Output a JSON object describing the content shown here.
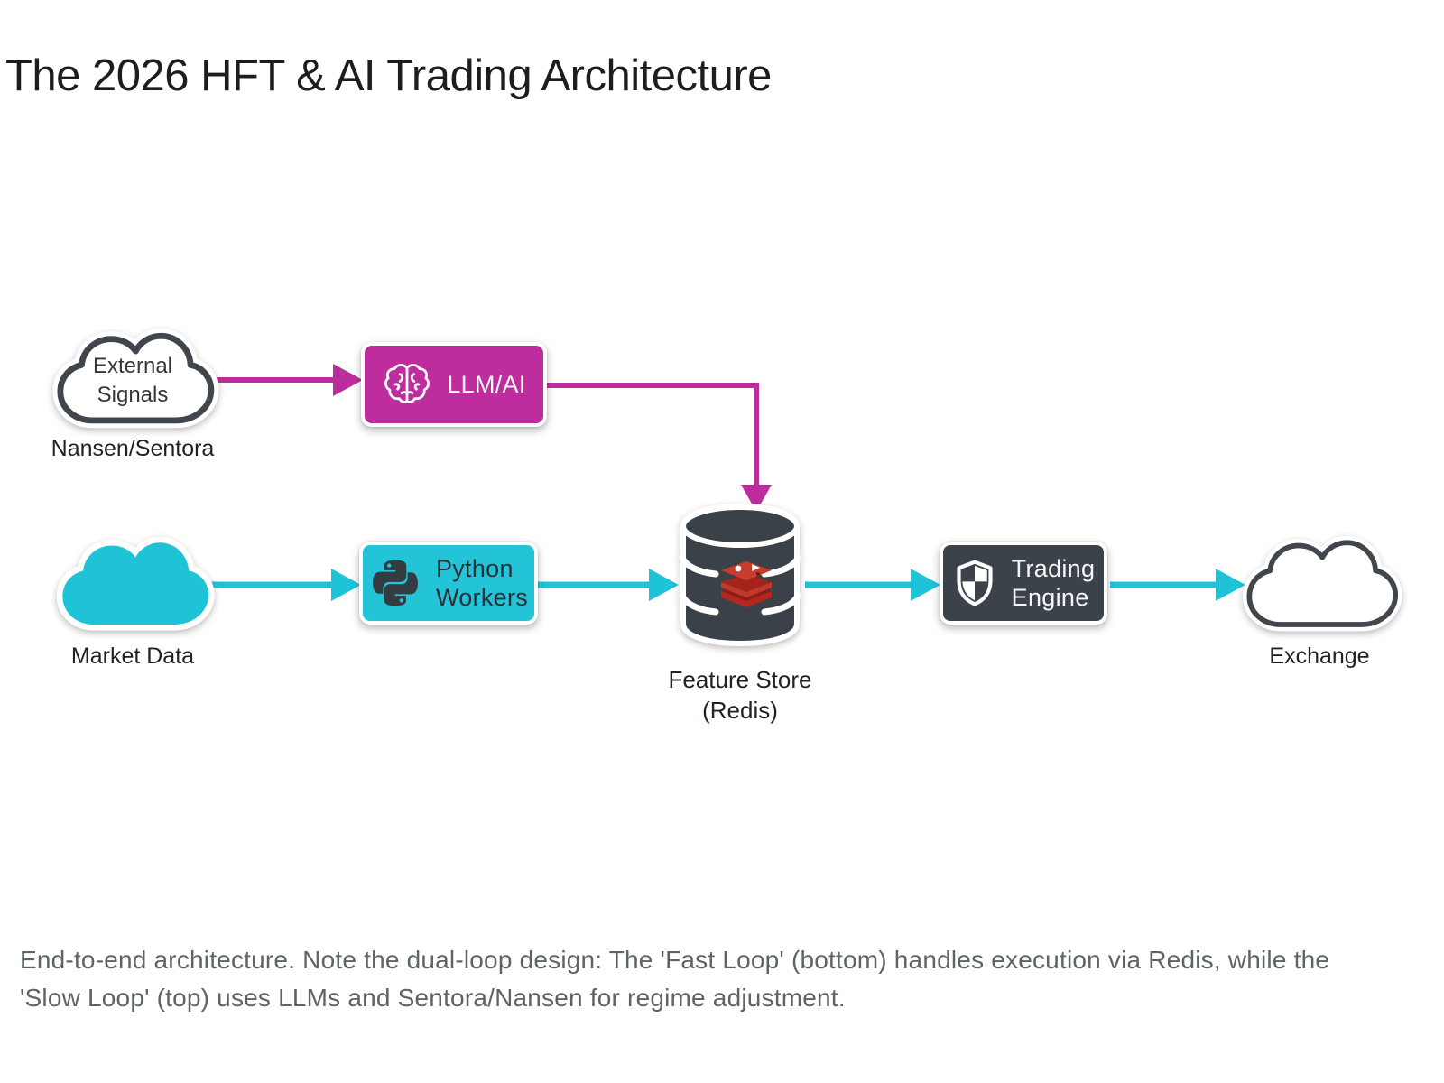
{
  "title": "The 2026 HFT & AI Trading Architecture",
  "diagram": {
    "external_signals": {
      "label_line1": "External",
      "label_line2": "Signals",
      "caption": "Nansen/Sentora",
      "icon": "cloud-outline-icon"
    },
    "llm": {
      "label": "LLM/AI",
      "icon": "brain-icon",
      "color": "#be2d9d"
    },
    "market_data": {
      "caption": "Market Data",
      "icon": "cloud-solid-icon",
      "color": "#1fc3d7"
    },
    "python_workers": {
      "label_line1": "Python",
      "label_line2": "Workers",
      "icon": "python-icon",
      "color": "#23c4d7"
    },
    "feature_store": {
      "caption_line1": "Feature Store",
      "caption_line2": "(Redis)",
      "icon": "redis-database-icon",
      "color": "#3a4149",
      "logo_color": "#c0392b"
    },
    "trading_engine": {
      "label_line1": "Trading",
      "label_line2": "Engine",
      "icon": "shield-icon",
      "color": "#3b4249"
    },
    "exchange": {
      "caption": "Exchange",
      "icon": "cloud-outline-icon"
    },
    "flow_colors": {
      "slow_loop": "#be2d9d",
      "fast_loop": "#1fc3d7"
    }
  },
  "footer": {
    "line1": "End-to-end architecture. Note the dual-loop design: The 'Fast Loop' (bottom) handles execution via Redis, while the",
    "line2": "'Slow Loop' (top) uses LLMs and Sentora/Nansen for regime adjustment."
  }
}
